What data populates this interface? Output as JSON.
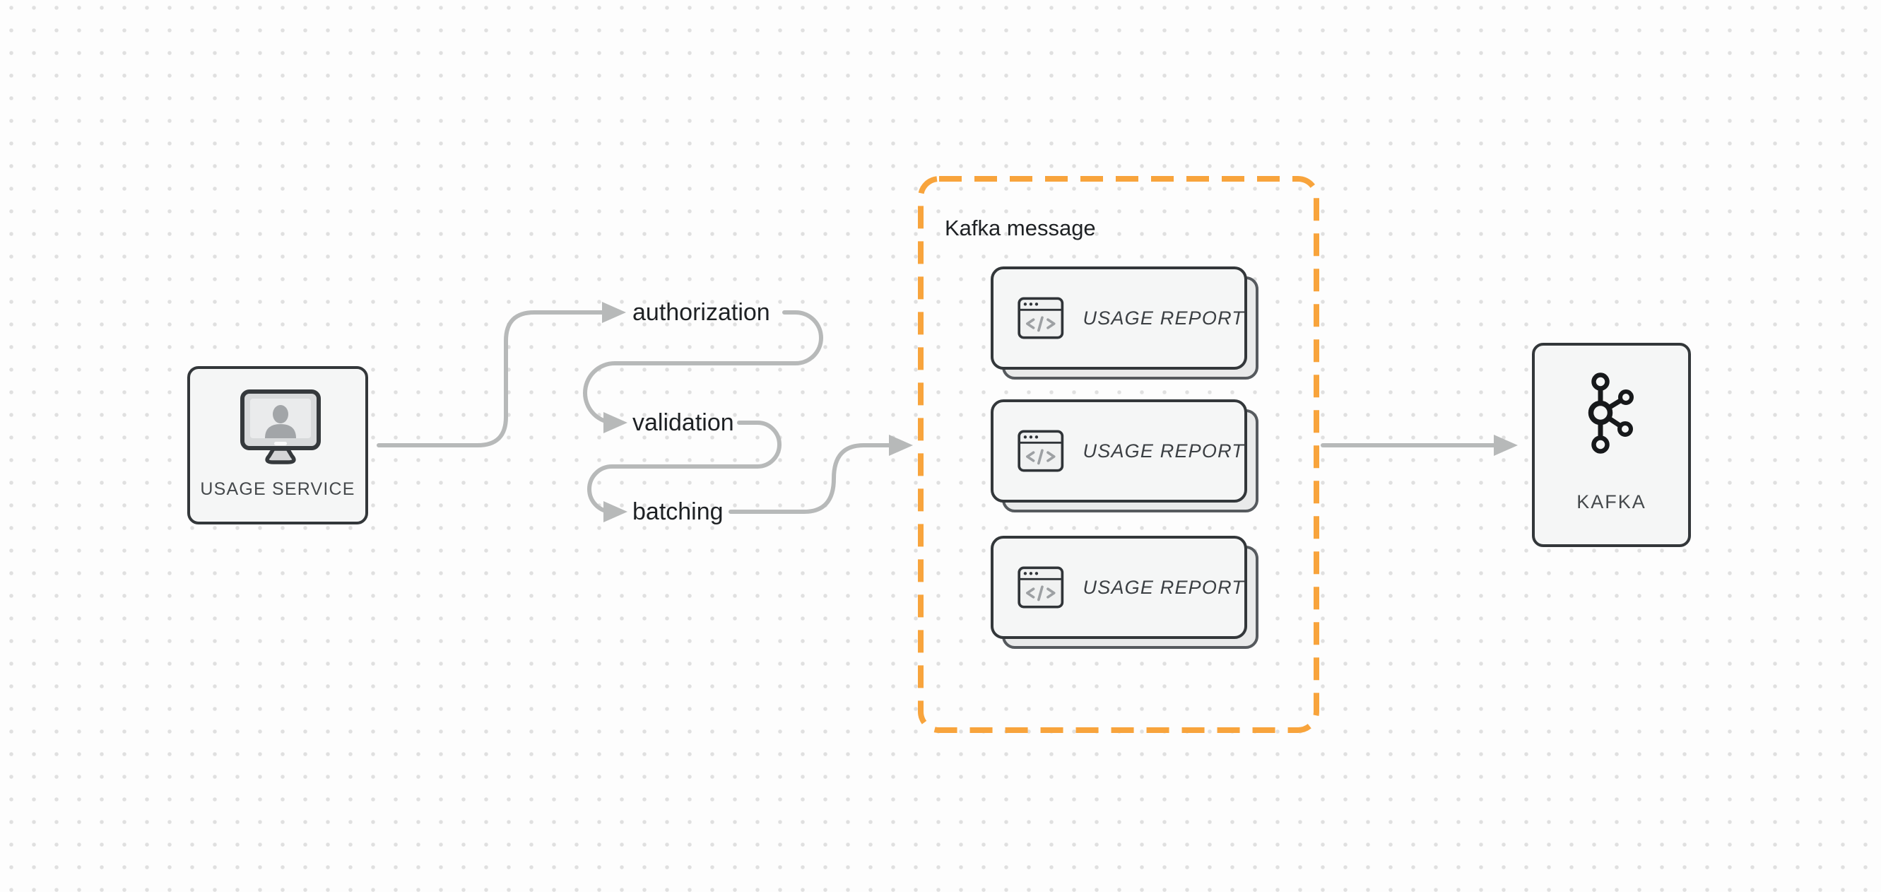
{
  "diagram": {
    "nodes": {
      "usage_service": {
        "label": "USAGE SERVICE",
        "icon": "monitor-user-icon"
      },
      "kafka": {
        "label": "KAFKA",
        "icon": "kafka-logo-icon"
      }
    },
    "flow_steps": [
      {
        "label": "authorization"
      },
      {
        "label": "validation"
      },
      {
        "label": "batching"
      }
    ],
    "kafka_message_group": {
      "title": "Kafka message",
      "cards": [
        {
          "label": "USAGE REPORT",
          "icon": "code-window-icon"
        },
        {
          "label": "USAGE REPORT",
          "icon": "code-window-icon"
        },
        {
          "label": "USAGE REPORT",
          "icon": "code-window-icon"
        }
      ]
    }
  },
  "colors": {
    "accent_orange": "#F8A43C",
    "connector_gray": "#B7B9B9",
    "outline_dark": "#33373A",
    "node_fill": "#F5F6F6",
    "shadow_fill": "#E9EAEA",
    "shadow_outline": "#565A5E",
    "label_dark": "#1E2124",
    "caption_gray": "#45494C",
    "icon_gray": "#9DA0A3",
    "background": "#FDFDFD",
    "dot_grid": "#E0E0E0"
  }
}
